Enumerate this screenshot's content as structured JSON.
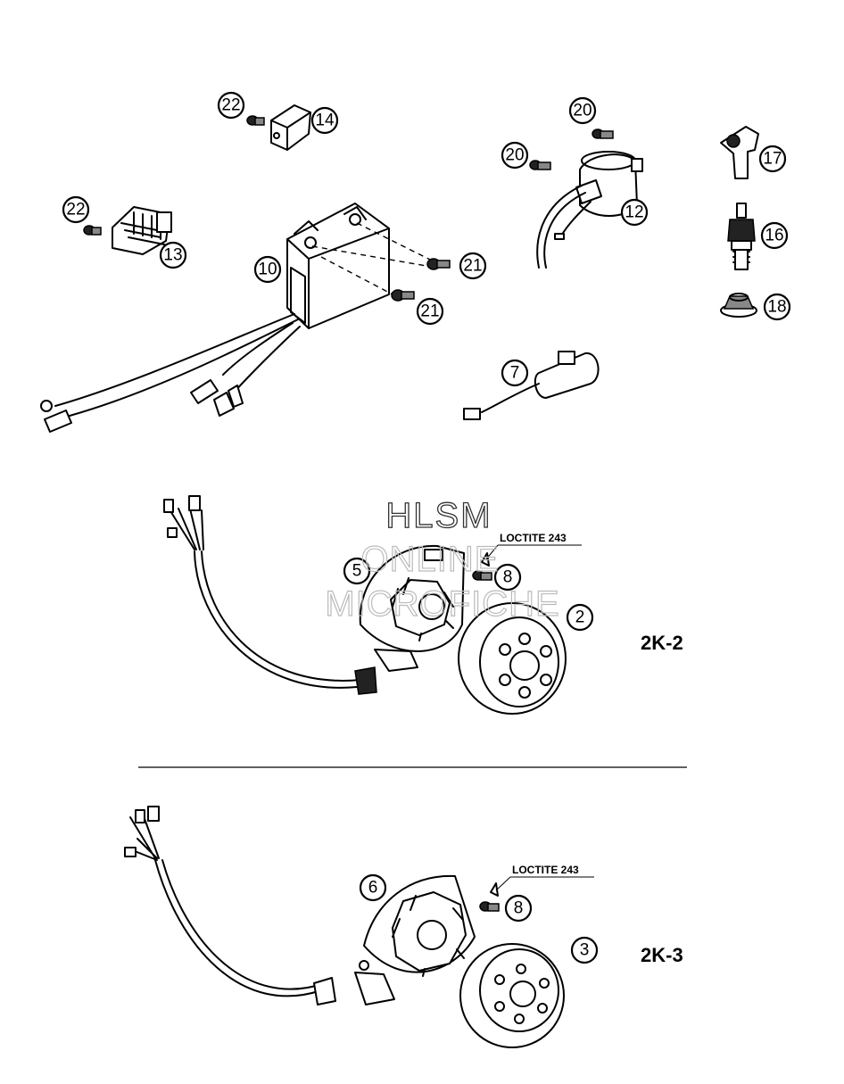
{
  "watermark": {
    "line1": "HLSM",
    "line2": "ONLINE",
    "line3": "MICROFICHE"
  },
  "labels": {
    "loctite_top": "LOCTITE 243",
    "loctite_bottom": "LOCTITE 243",
    "group_2k2": "2K-2",
    "group_2k3": "2K-3"
  },
  "callouts": {
    "c22a": "22",
    "c14": "14",
    "c20a": "20",
    "c20b": "20",
    "c17": "17",
    "c22b": "22",
    "c13": "13",
    "c12": "12",
    "c16": "16",
    "c10": "10",
    "c21a": "21",
    "c21b": "21",
    "c18": "18",
    "c7": "7",
    "c5": "5",
    "c8a": "8",
    "c2": "2",
    "c6": "6",
    "c8b": "8",
    "c3": "3"
  }
}
